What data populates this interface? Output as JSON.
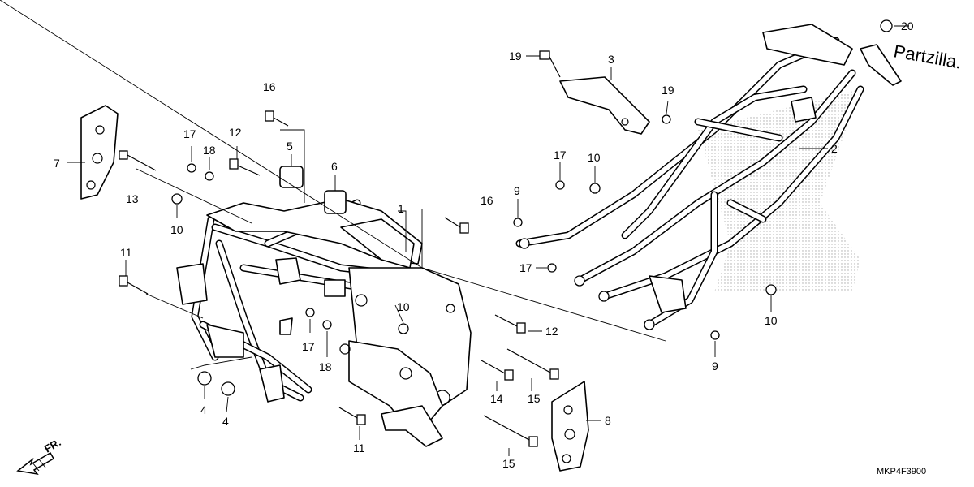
{
  "watermark": "Partzilla.",
  "reference_code": "MKP4F3900",
  "direction_label": "FR.",
  "callouts": [
    {
      "id": "c-7",
      "text": "7"
    },
    {
      "id": "c-13",
      "text": "13"
    },
    {
      "id": "c-10a",
      "text": "10"
    },
    {
      "id": "c-17a",
      "text": "17"
    },
    {
      "id": "c-18a",
      "text": "18"
    },
    {
      "id": "c-12a",
      "text": "12"
    },
    {
      "id": "c-16a",
      "text": "16"
    },
    {
      "id": "c-5",
      "text": "5"
    },
    {
      "id": "c-6",
      "text": "6"
    },
    {
      "id": "c-1",
      "text": "1"
    },
    {
      "id": "c-16b",
      "text": "16"
    },
    {
      "id": "c-11a",
      "text": "11"
    },
    {
      "id": "c-10b",
      "text": "10"
    },
    {
      "id": "c-17b",
      "text": "17"
    },
    {
      "id": "c-18b",
      "text": "18"
    },
    {
      "id": "c-12b",
      "text": "12"
    },
    {
      "id": "c-14",
      "text": "14"
    },
    {
      "id": "c-15a",
      "text": "15"
    },
    {
      "id": "c-4a",
      "text": "4"
    },
    {
      "id": "c-4b",
      "text": "4"
    },
    {
      "id": "c-11b",
      "text": "11"
    },
    {
      "id": "c-15b",
      "text": "15"
    },
    {
      "id": "c-8",
      "text": "8"
    },
    {
      "id": "c-19a",
      "text": "19"
    },
    {
      "id": "c-3",
      "text": "3"
    },
    {
      "id": "c-19b",
      "text": "19"
    },
    {
      "id": "c-20",
      "text": "20"
    },
    {
      "id": "c-2",
      "text": "2"
    },
    {
      "id": "c-17c",
      "text": "17"
    },
    {
      "id": "c-10c",
      "text": "10"
    },
    {
      "id": "c-9a",
      "text": "9"
    },
    {
      "id": "c-17d",
      "text": "17"
    },
    {
      "id": "c-10d",
      "text": "10"
    },
    {
      "id": "c-9b",
      "text": "9"
    }
  ]
}
